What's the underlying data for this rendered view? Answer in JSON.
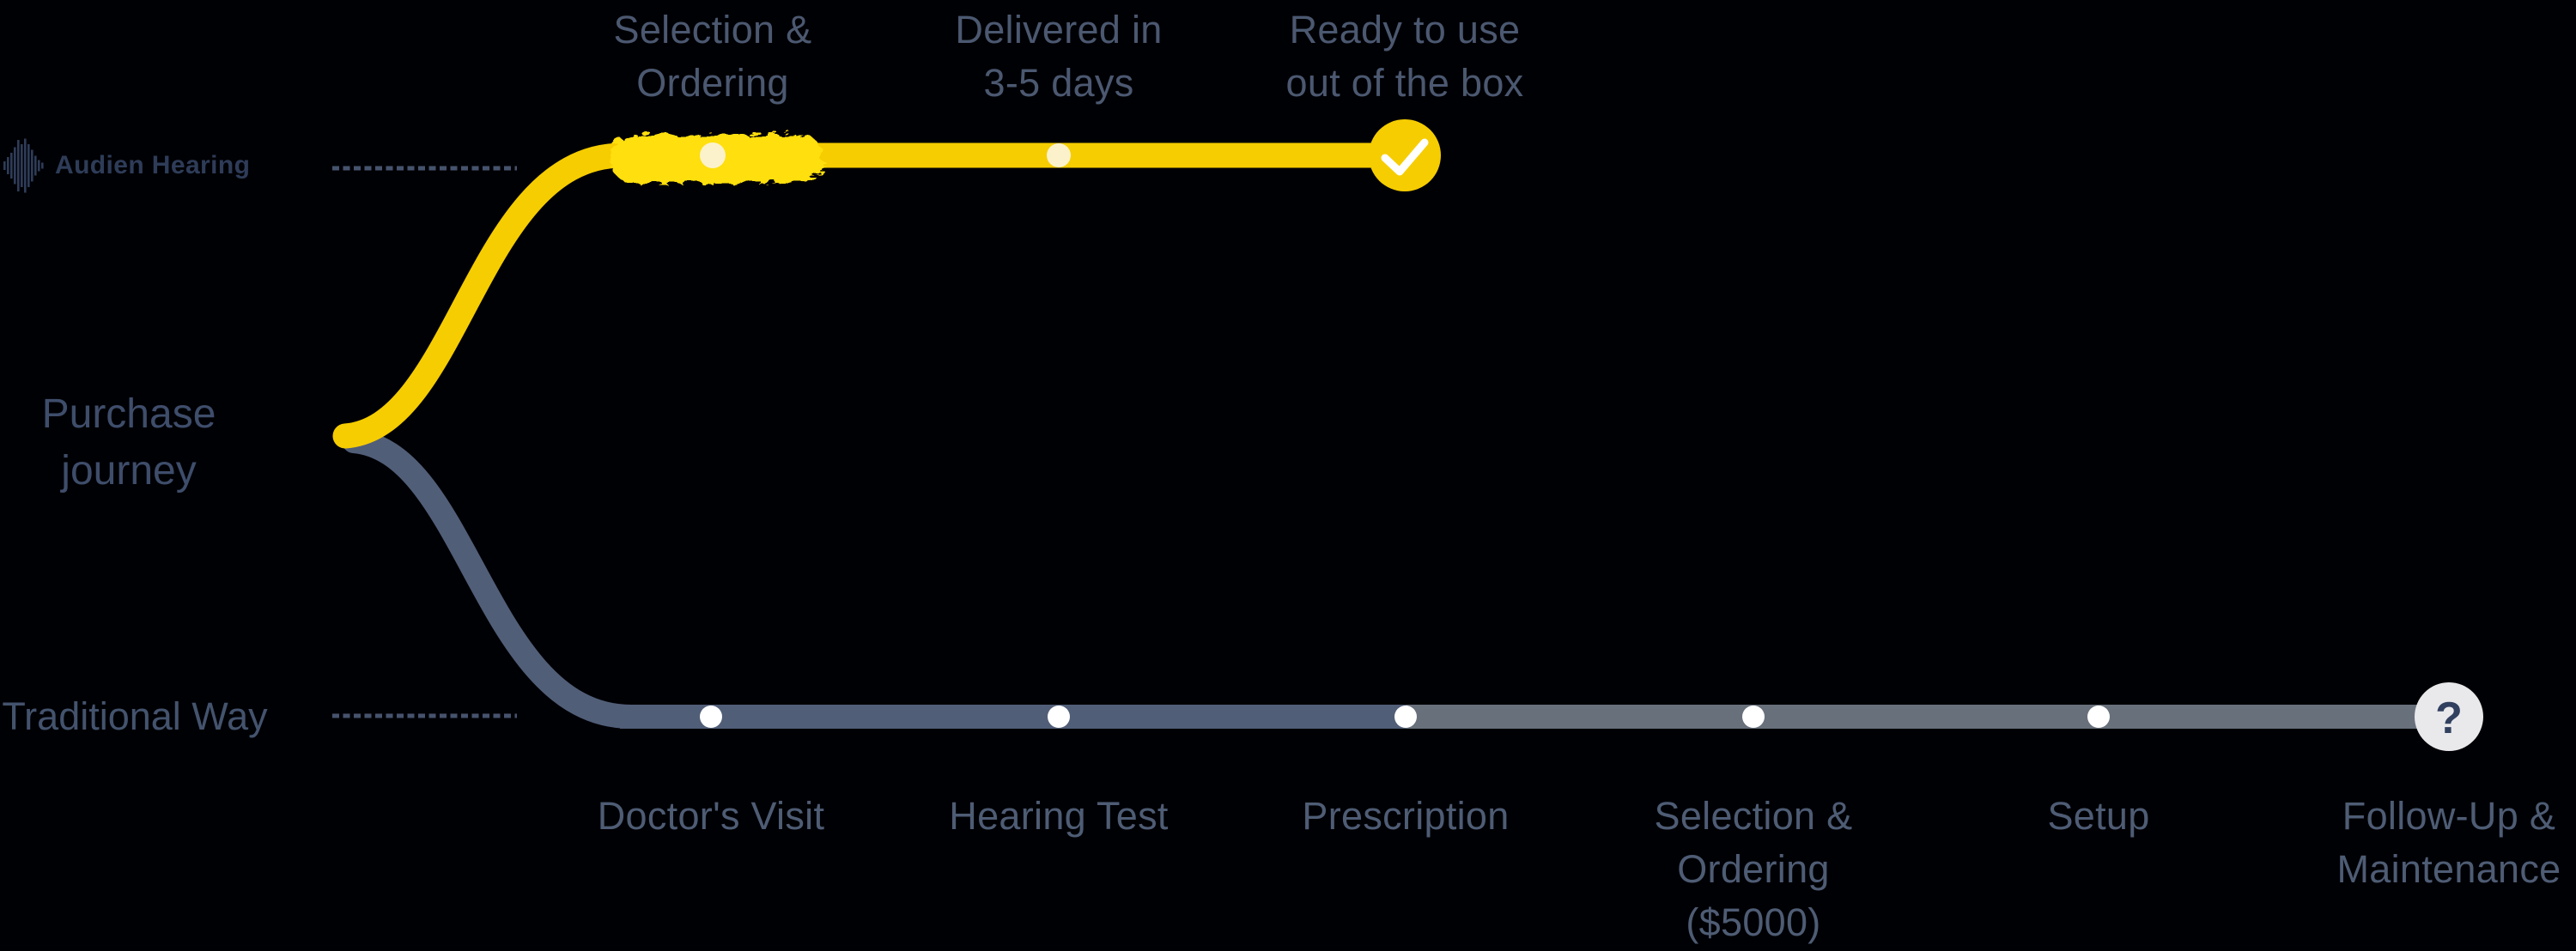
{
  "brand": {
    "name": "Audien Hearing"
  },
  "journey": {
    "lines": [
      "Purchase",
      "journey"
    ]
  },
  "audien": {
    "steps": [
      {
        "id": "selection-ordering",
        "lines": [
          "Selection &",
          "Ordering"
        ]
      },
      {
        "id": "delivered",
        "lines": [
          "Delivered in",
          "3-5 days"
        ]
      },
      {
        "id": "ready-to-use",
        "lines": [
          "Ready to use",
          "out of the box"
        ]
      }
    ]
  },
  "traditional": {
    "label": "Traditional Way",
    "steps": [
      {
        "id": "doctors-visit",
        "lines": [
          "Doctor's Visit"
        ]
      },
      {
        "id": "hearing-test",
        "lines": [
          "Hearing Test"
        ]
      },
      {
        "id": "prescription",
        "lines": [
          "Prescription"
        ]
      },
      {
        "id": "selection-ordering-5000",
        "lines": [
          "Selection &",
          "Ordering",
          "($5000)"
        ]
      },
      {
        "id": "setup",
        "lines": [
          "Setup"
        ]
      },
      {
        "id": "follow-up",
        "lines": [
          "Follow-Up &",
          "Maintenance"
        ]
      }
    ]
  },
  "icons": {
    "question": "?",
    "check": "checkmark",
    "wave": "audio-waveform"
  },
  "colors": {
    "yellow": "#f6cd00",
    "yellow_highlight": "#ffdf09",
    "slate": "#515e78",
    "gray": "#68707b",
    "dot_cream": "#fbf2cc",
    "dot_white": "#ffffff",
    "question_bg": "#e9e9ec",
    "text_dark": "#2e3c58"
  }
}
